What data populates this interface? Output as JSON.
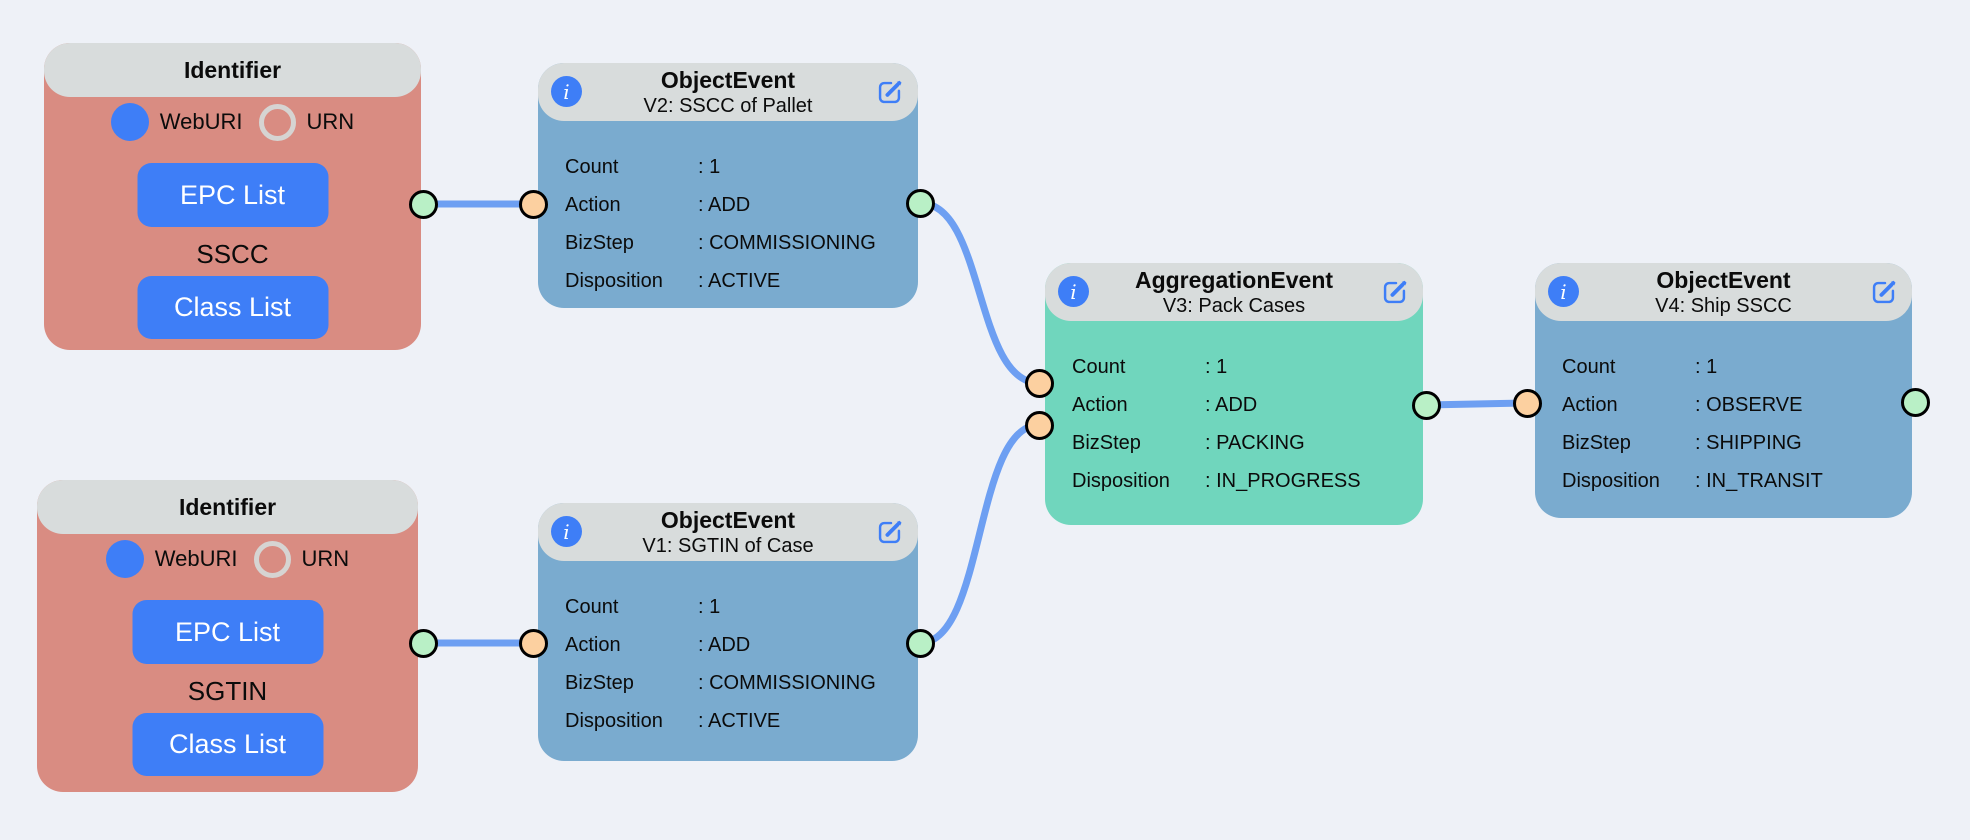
{
  "canvas": {
    "background": "#eef1f7"
  },
  "colors": {
    "identifier_node": "#d98c82",
    "object_event_node": "#7aabcf",
    "aggregation_event_node": "#70d6bd",
    "node_header": "#d8dcdc",
    "accent_blue": "#3e7ef7",
    "edge_blue": "#6d9ff2",
    "source_handle": "#b9f0c6",
    "target_handle": "#fcd0a0"
  },
  "icons": {
    "info": {
      "name": "info-icon",
      "glyph": "i"
    },
    "edit": {
      "name": "edit-icon"
    }
  },
  "nodes": [
    {
      "id": "identifier-sscc",
      "kind": "Identifier",
      "title": "Identifier",
      "radio": {
        "selected": "WebURI",
        "options": [
          {
            "label": "WebURI",
            "selected": true
          },
          {
            "label": "URN",
            "selected": false
          }
        ]
      },
      "buttons": {
        "epc": "EPC List",
        "class": "Class List"
      },
      "identifier_type": "SSCC"
    },
    {
      "id": "identifier-sgtin",
      "kind": "Identifier",
      "title": "Identifier",
      "radio": {
        "selected": "WebURI",
        "options": [
          {
            "label": "WebURI",
            "selected": true
          },
          {
            "label": "URN",
            "selected": false
          }
        ]
      },
      "buttons": {
        "epc": "EPC List",
        "class": "Class List"
      },
      "identifier_type": "SGTIN"
    },
    {
      "id": "object-event-v2",
      "kind": "ObjectEvent",
      "title": "ObjectEvent",
      "subtitle": "V2: SSCC of Pallet",
      "rows": [
        {
          "label": "Count",
          "value": ": 1"
        },
        {
          "label": "Action",
          "value": ": ADD"
        },
        {
          "label": "BizStep",
          "value": ": COMMISSIONING"
        },
        {
          "label": "Disposition",
          "value": ": ACTIVE"
        }
      ]
    },
    {
      "id": "object-event-v1",
      "kind": "ObjectEvent",
      "title": "ObjectEvent",
      "subtitle": "V1: SGTIN of Case",
      "rows": [
        {
          "label": "Count",
          "value": ": 1"
        },
        {
          "label": "Action",
          "value": ": ADD"
        },
        {
          "label": "BizStep",
          "value": ": COMMISSIONING"
        },
        {
          "label": "Disposition",
          "value": ": ACTIVE"
        }
      ]
    },
    {
      "id": "aggregation-event-v3",
      "kind": "AggregationEvent",
      "title": "AggregationEvent",
      "subtitle": "V3: Pack Cases",
      "rows": [
        {
          "label": "Count",
          "value": ": 1"
        },
        {
          "label": "Action",
          "value": ": ADD"
        },
        {
          "label": "BizStep",
          "value": ": PACKING"
        },
        {
          "label": "Disposition",
          "value": ": IN_PROGRESS"
        }
      ]
    },
    {
      "id": "object-event-v4",
      "kind": "ObjectEvent",
      "title": "ObjectEvent",
      "subtitle": "V4: Ship SSCC",
      "rows": [
        {
          "label": "Count",
          "value": ": 1"
        },
        {
          "label": "Action",
          "value": ": OBSERVE"
        },
        {
          "label": "BizStep",
          "value": ": SHIPPING"
        },
        {
          "label": "Disposition",
          "value": ": IN_TRANSIT"
        }
      ]
    }
  ]
}
